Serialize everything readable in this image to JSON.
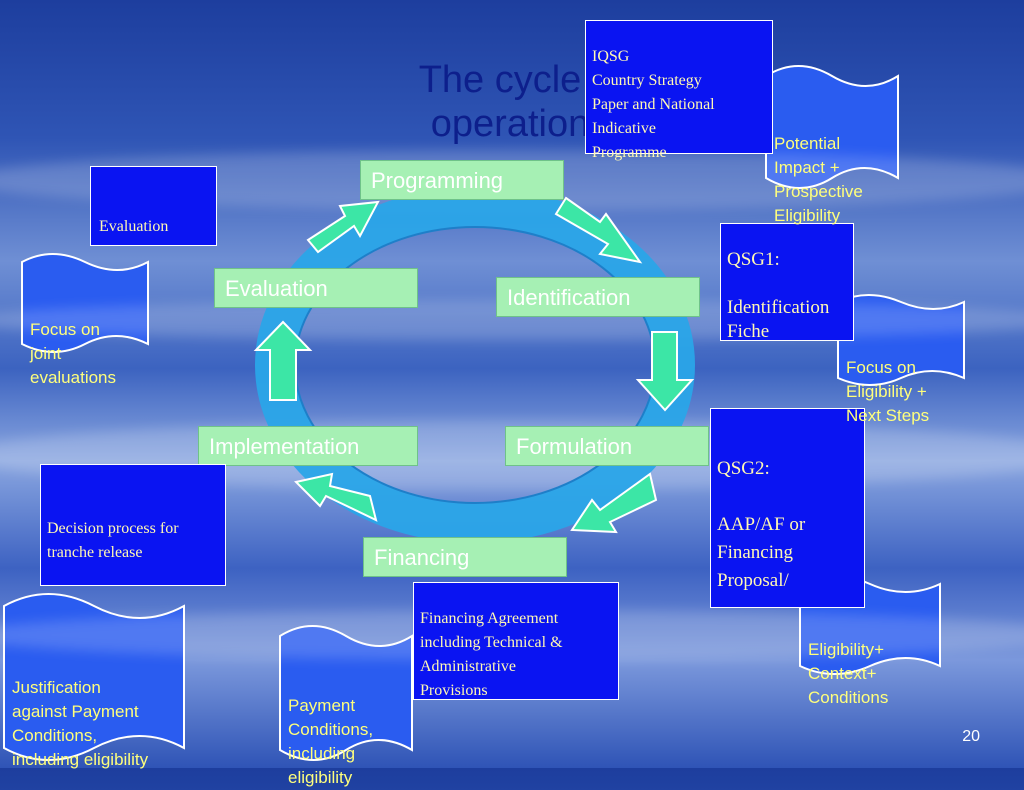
{
  "slide": {
    "title_line1": "The cycle",
    "title_line2": "operation",
    "page_number": "20"
  },
  "phases": {
    "programming": "Programming",
    "identification": "Identification",
    "formulation": "Formulation",
    "financing": "Financing",
    "implementation": "Implementation",
    "evaluation": "Evaluation"
  },
  "documents": {
    "iqsg": "IQSG\nCountry Strategy\nPaper and National\nIndicative\nProgramme",
    "qsg1": "QSG1:\n\nIdentification\nFiche",
    "qsg2": "QSG2:\n\nAAP/AF or\nFinancing\nProposal/",
    "financing_agreement": "Financing Agreement\nincluding  Technical &\nAdministrative\nProvisions",
    "decision_process": "Decision process for\ntranche release",
    "evaluation": "Evaluation"
  },
  "notes": {
    "potential_impact": "Potential\nImpact +\nProspective\nEligibility",
    "focus_eligibility": "Focus on\nEligibility +\nNext Steps",
    "eligibility_context": "Eligibility+\nContext+\nConditions",
    "payment_conditions": "Payment\nConditions,\nincluding\neligibility",
    "justification": "Justification\nagainst Payment\nConditions,\nincluding eligibility",
    "focus_joint": "Focus on\njoint\nevaluations"
  },
  "colors": {
    "phase_box": "#a6f0b4",
    "document_fill": "#0a14f2",
    "note_fill": "#2a5cf0",
    "ring": "#2aa5e8",
    "arrow": "#3ce6a6",
    "title": "#0d1f8c"
  }
}
